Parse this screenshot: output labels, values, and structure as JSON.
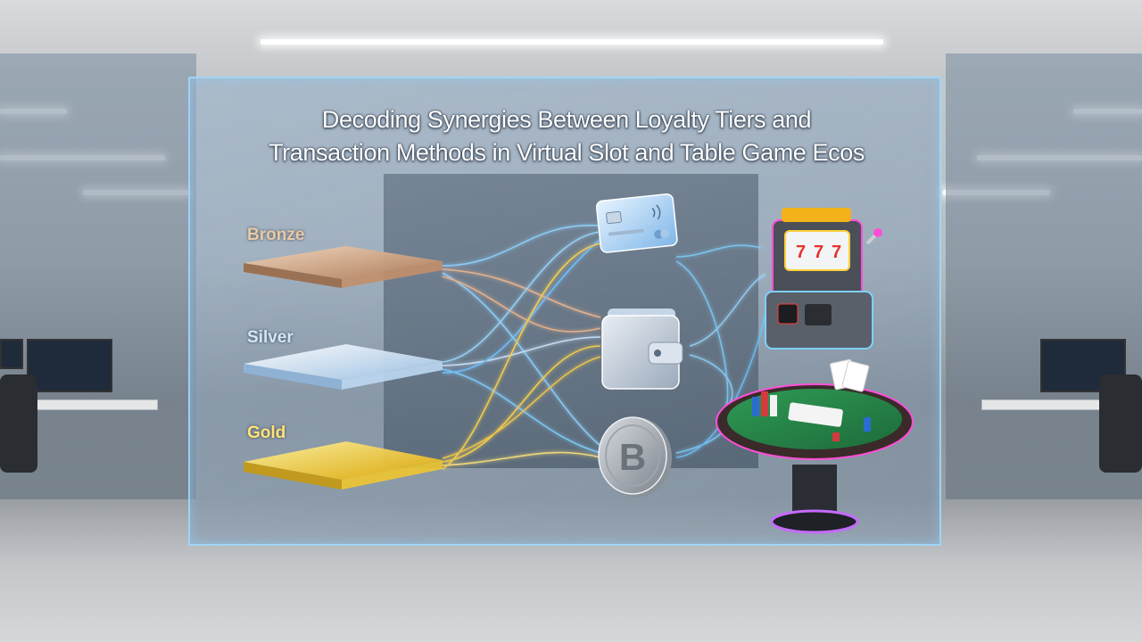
{
  "title": {
    "line1": "Decoding Synergies Between Loyalty Tiers and",
    "line2": "Transaction Methods in Virtual Slot and Table Game Ecos"
  },
  "tiers": [
    {
      "label": "Bronze",
      "color": "#e8c9a8"
    },
    {
      "label": "Silver",
      "color": "#cfe7ff"
    },
    {
      "label": "Gold",
      "color": "#ffe37a"
    }
  ],
  "payment_methods": [
    {
      "icon": "credit-card-icon"
    },
    {
      "icon": "wallet-icon"
    },
    {
      "icon": "bitcoin-coin-icon"
    }
  ],
  "games": [
    {
      "icon": "slot-machine-icon"
    },
    {
      "icon": "poker-table-icon"
    }
  ],
  "colors": {
    "panel_border": "#a0dcff",
    "flow_blue": "#7fd0ff",
    "flow_gold": "#ffd54a",
    "flow_bronze": "#f0b48a",
    "neon_pink": "#ff4fd8"
  }
}
